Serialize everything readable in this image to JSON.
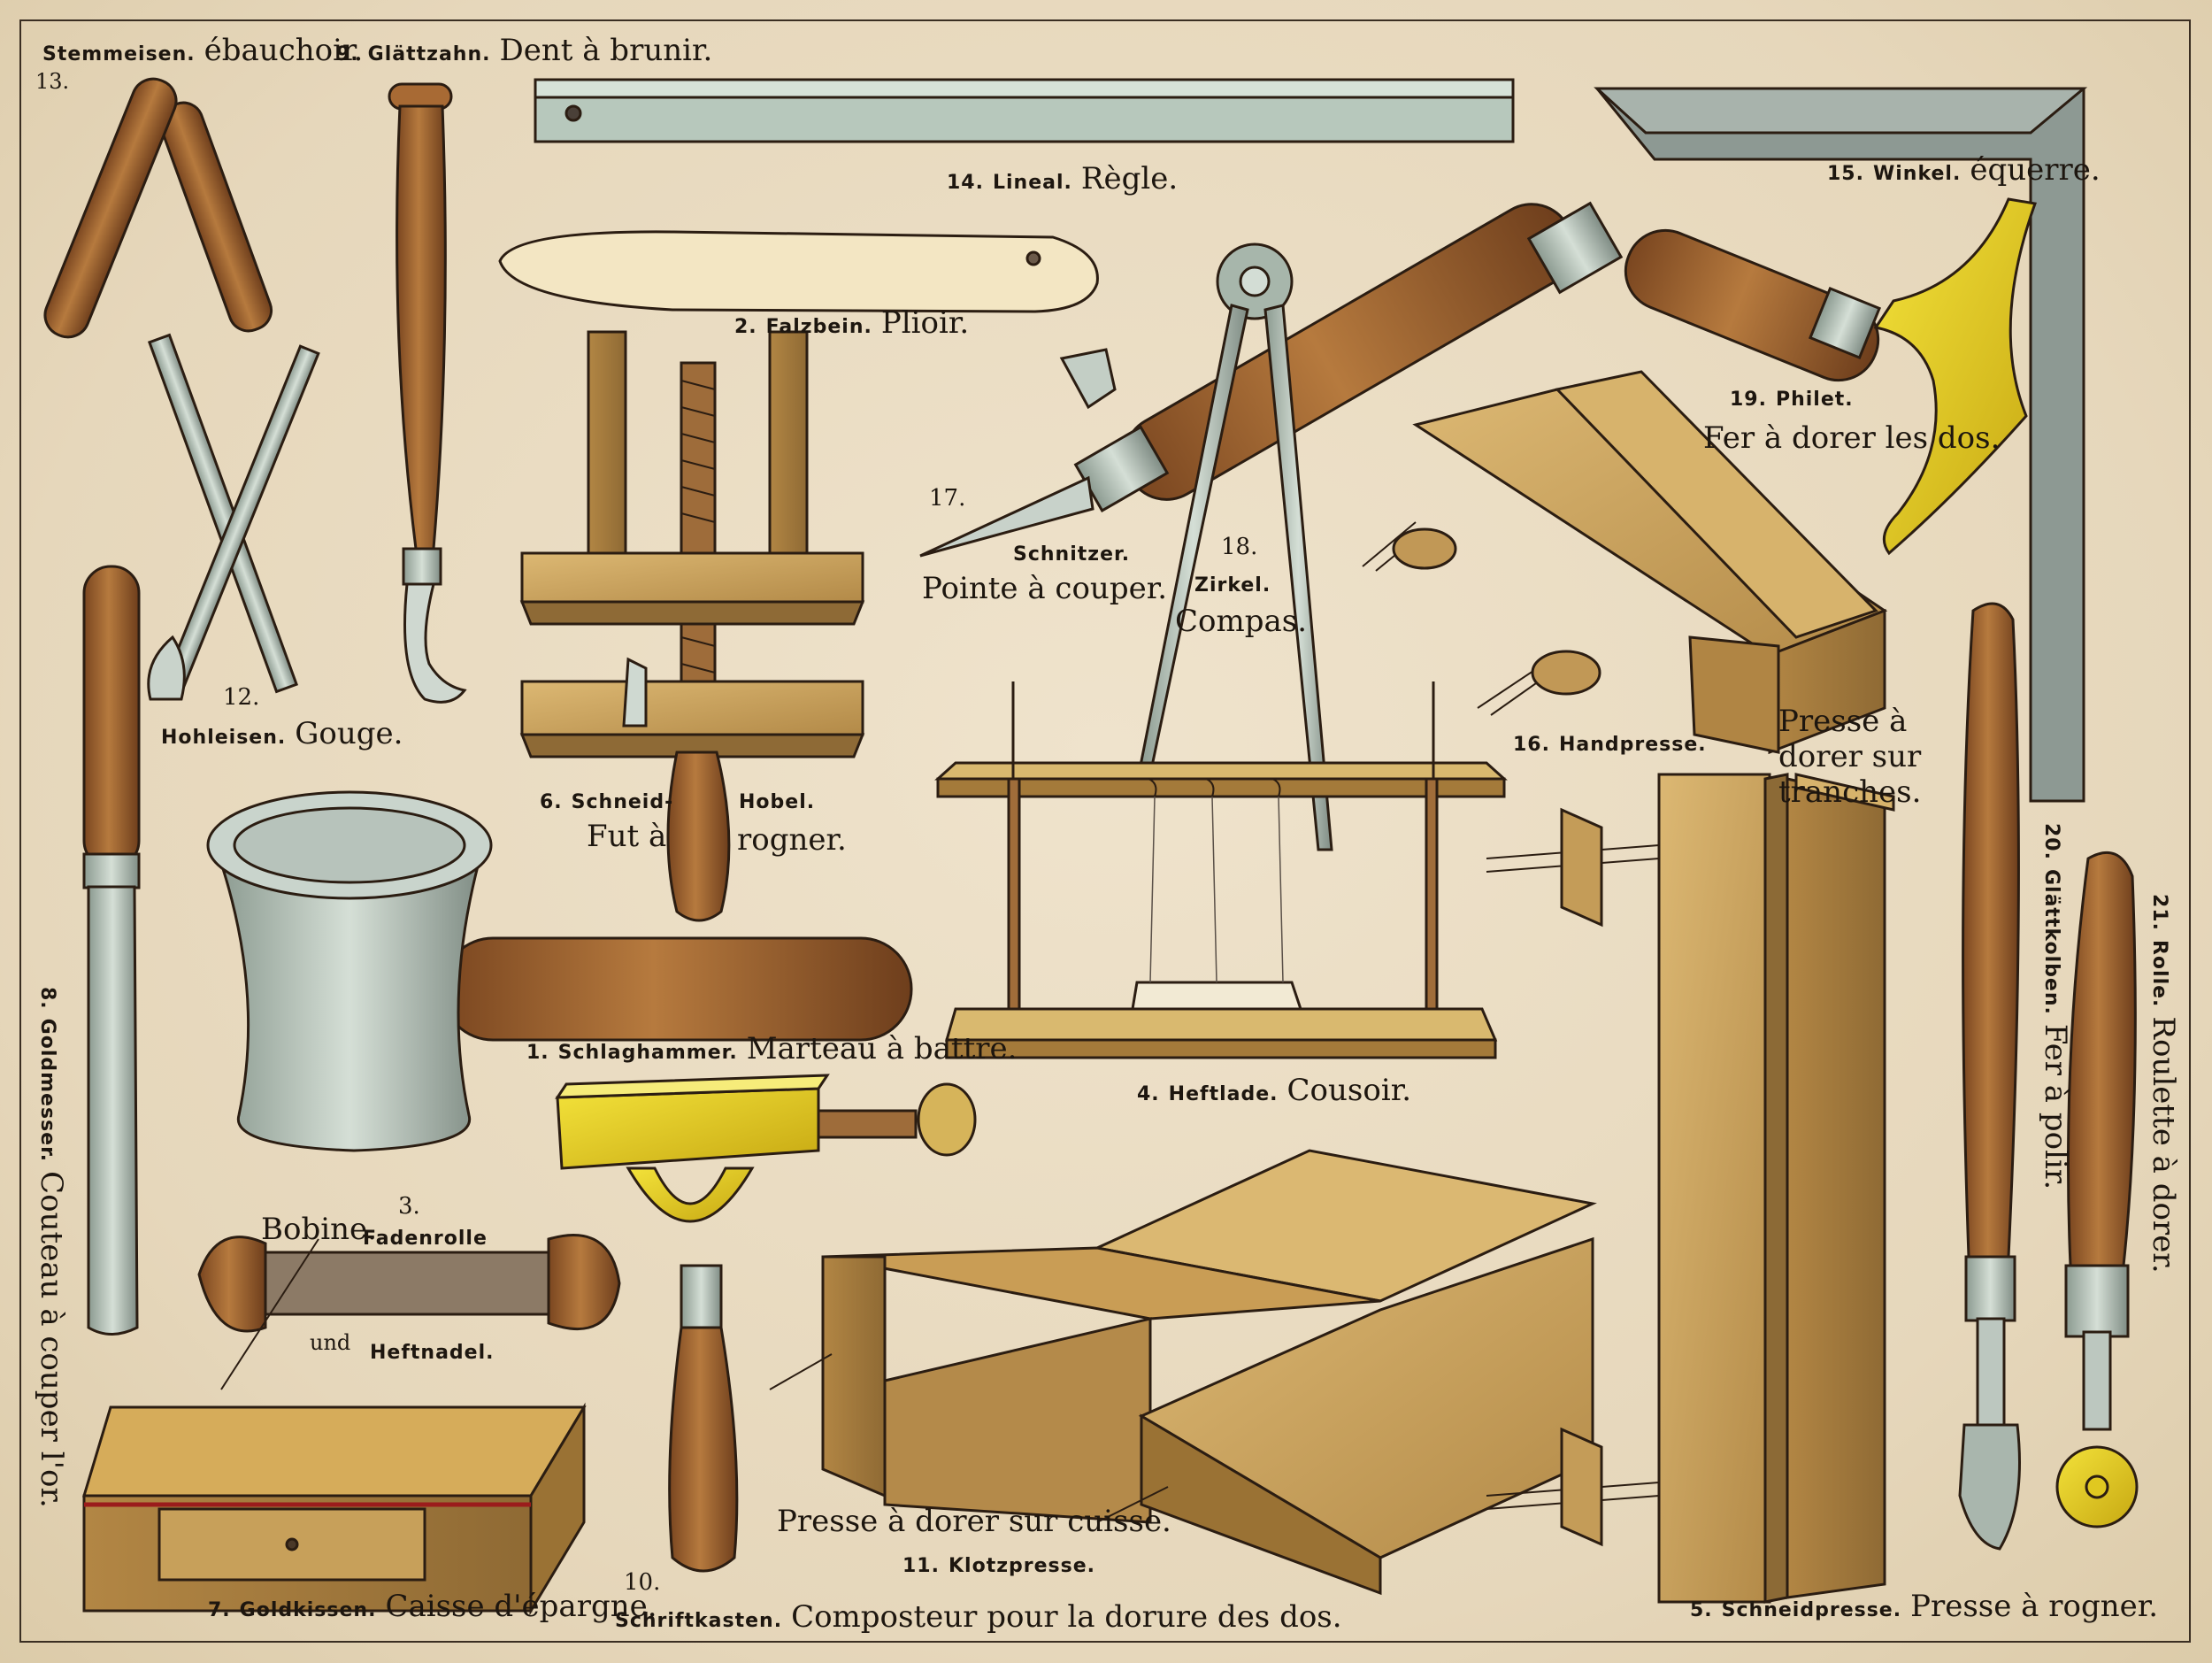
{
  "plate": {
    "labels": {
      "l13": {
        "n": "13.",
        "de": "Stemmeisen.",
        "fr": "ébauchoir."
      },
      "l9": {
        "n": "9.",
        "de": "Glättzahn.",
        "fr": "Dent à brunir."
      },
      "l14": {
        "n": "14.",
        "de": "Lineal.",
        "fr": "Règle."
      },
      "l15": {
        "n": "15.",
        "de": "Winkel.",
        "fr": "équerre."
      },
      "l2": {
        "n": "2.",
        "de": "Falzbein.",
        "fr": "Plioir."
      },
      "l19": {
        "n": "19.",
        "de": "Philet.",
        "fr": "Fer à dorer les dos."
      },
      "l17": {
        "n": "17.",
        "de": "Schnitzer.",
        "fr": "Pointe à couper."
      },
      "l18": {
        "n": "18.",
        "de": "Zirkel.",
        "fr": "Compas."
      },
      "l12": {
        "n": "12.",
        "de": "Hohleisen.",
        "fr": "Gouge."
      },
      "l6": {
        "n": "6.",
        "de": "Schneid-",
        "de2": "Hobel.",
        "fr1": "Fut à",
        "fr2": "rogner."
      },
      "l16": {
        "n": "16.",
        "de": "Handpresse.",
        "fr": "Presse à dorer sur tranches."
      },
      "l8": {
        "n": "8.",
        "de": "Goldmesser.",
        "fr": "Couteau à couper l'or."
      },
      "l1": {
        "n": "1.",
        "de": "Schlaghammer.",
        "fr": "Marteau à battre."
      },
      "l4": {
        "n": "4.",
        "de": "Heftlade.",
        "fr": "Cousoir."
      },
      "l20": {
        "n": "20.",
        "de": "Glättkolben.",
        "fr": "Fer à polir."
      },
      "l21": {
        "n": "21.",
        "de": "Rolle.",
        "fr": "Roulette à dorer."
      },
      "l3": {
        "n": "3.",
        "fr1": "Bobine.",
        "de": "Fadenrolle",
        "und": "und",
        "de2": "Heftnadel."
      },
      "l11": {
        "n": "11.",
        "de": "Klotzpresse.",
        "fr": "Presse à dorer sur cuisse."
      },
      "l7": {
        "n": "7.",
        "de": "Goldkissen.",
        "fr": "Caisse d'épargne."
      },
      "l10": {
        "n": "10.",
        "de": "Schriftkasten.",
        "fr": "Composteur pour la dorure des dos."
      },
      "l5": {
        "n": "5.",
        "de": "Schneidpresse.",
        "fr": "Presse à rogner."
      }
    },
    "colors": {
      "paper": "#e9dcc4",
      "wood": "#a86a34",
      "wood_light": "#d2a962",
      "metal": "#a8b8ac",
      "brass": "#e6cf20",
      "ink": "#1d160f"
    }
  }
}
